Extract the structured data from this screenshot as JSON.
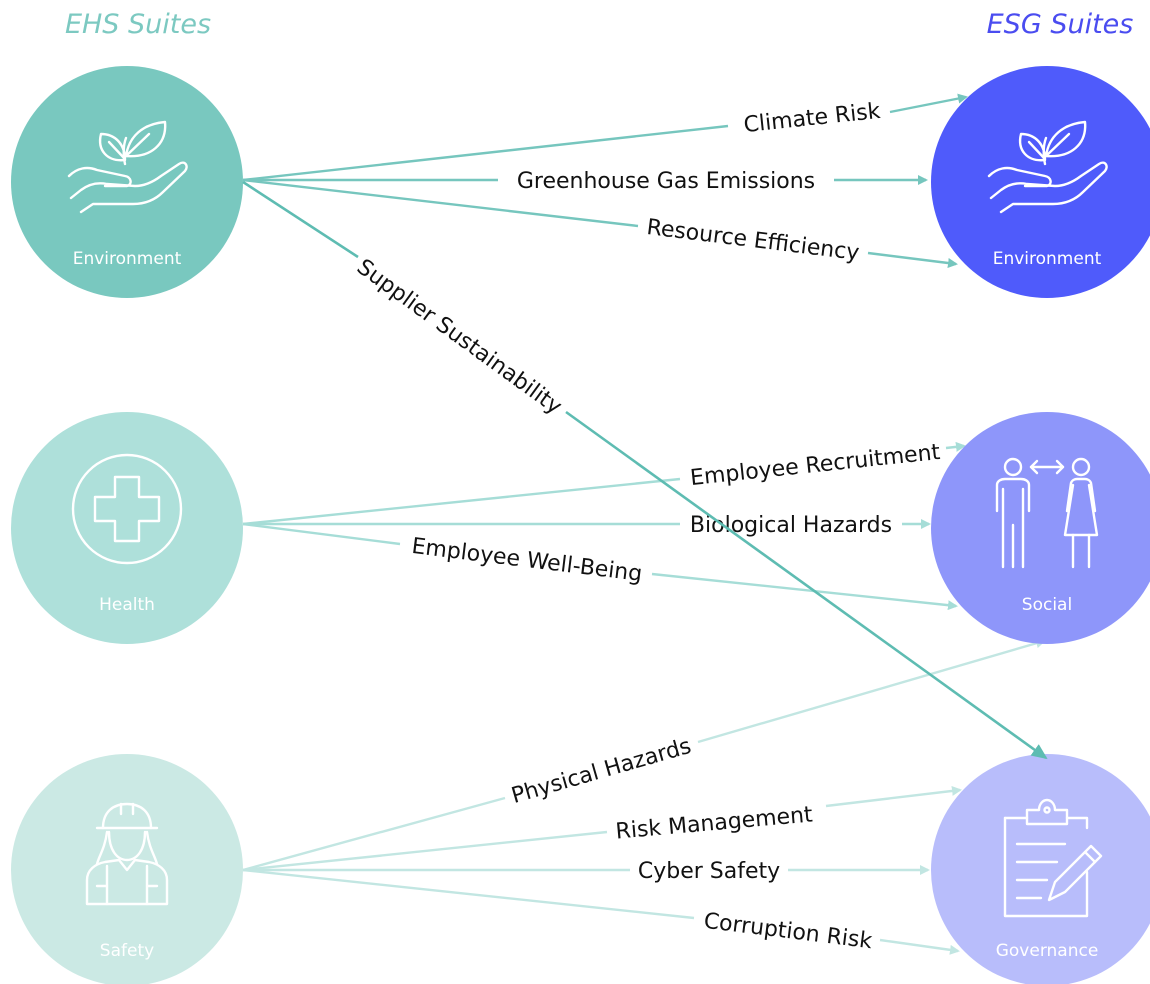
{
  "headers": {
    "left": "EHS Suites",
    "right": "ESG Suites"
  },
  "colors": {
    "ehs_title": "#7cc9c1",
    "esg_title": "#4a4cf0",
    "env_ehs": "#79c8bf",
    "health_ehs": "#aee0da",
    "safety_ehs": "#cbe9e4",
    "env_esg": "#4f5bfb",
    "social_esg": "#8e96fa",
    "gov_esg": "#b8bdfb",
    "edge_env": "#76c6be",
    "edge_health": "#a6ddd7",
    "edge_safety": "#c2e6e2"
  },
  "ehs_nodes": [
    {
      "id": "env",
      "label": "Environment",
      "icon": "plant-in-hand-icon"
    },
    {
      "id": "health",
      "label": "Health",
      "icon": "medical-cross-icon"
    },
    {
      "id": "safety",
      "label": "Safety",
      "icon": "worker-with-hardhat-icon"
    }
  ],
  "esg_nodes": [
    {
      "id": "env",
      "label": "Environment",
      "icon": "plant-in-hand-icon"
    },
    {
      "id": "social",
      "label": "Social",
      "icon": "people-exchange-icon"
    },
    {
      "id": "gov",
      "label": "Governance",
      "icon": "clipboard-pen-icon"
    }
  ],
  "edges": [
    {
      "from": "EHS Environment",
      "to": "ESG Environment",
      "label": "Climate Risk"
    },
    {
      "from": "EHS Environment",
      "to": "ESG Environment",
      "label": "Greenhouse Gas Emissions"
    },
    {
      "from": "EHS Environment",
      "to": "ESG Environment",
      "label": "Resource Efficiency"
    },
    {
      "from": "EHS Environment",
      "to": "ESG Governance",
      "label": "Supplier Sustainability"
    },
    {
      "from": "EHS Health",
      "to": "ESG Social",
      "label": "Employee Recruitment"
    },
    {
      "from": "EHS Health",
      "to": "ESG Social",
      "label": "Biological Hazards"
    },
    {
      "from": "EHS Health",
      "to": "ESG Social",
      "label": "Employee Well-Being"
    },
    {
      "from": "EHS Safety",
      "to": "ESG Social",
      "label": "Physical Hazards"
    },
    {
      "from": "EHS Safety",
      "to": "ESG Governance",
      "label": "Risk Management"
    },
    {
      "from": "EHS Safety",
      "to": "ESG Governance",
      "label": "Cyber Safety"
    },
    {
      "from": "EHS Safety",
      "to": "ESG Governance",
      "label": "Corruption Risk"
    }
  ]
}
